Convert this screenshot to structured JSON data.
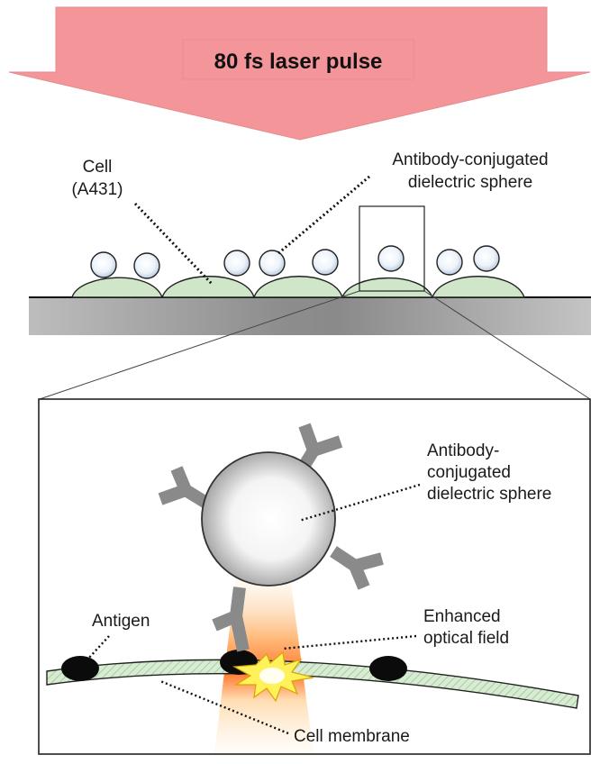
{
  "arrow": {
    "label": "80 fs laser pulse",
    "color": "#f4959a"
  },
  "upper": {
    "cell_label": "Cell",
    "cell_sublabel": "(A431)",
    "sphere_label_line1": "Antibody-conjugated",
    "sphere_label_line2": "dielectric sphere",
    "cell_color": "#cfe6c9",
    "sphere_color": "#dde8f4"
  },
  "inset": {
    "sphere_label_line1": "Antibody-",
    "sphere_label_line2": "conjugated",
    "sphere_label_line3": "dielectric sphere",
    "field_label_line1": "Enhanced",
    "field_label_line2": "optical field",
    "antigen_label": "Antigen",
    "membrane_label": "Cell membrane",
    "antibody_color": "#8a8a8a",
    "field_color": "#ff7a1a"
  }
}
